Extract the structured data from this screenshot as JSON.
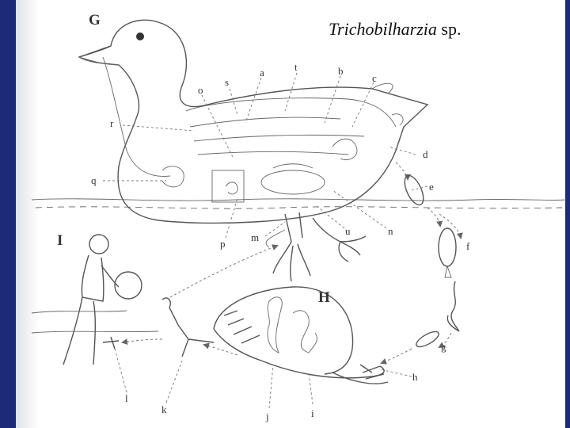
{
  "title": {
    "genus": "Trichobilharzia",
    "suffix": " sp."
  },
  "panels": {
    "bird": "G",
    "snail": "H",
    "human": "I"
  },
  "labels": {
    "a": "a",
    "b": "b",
    "c": "c",
    "d": "d",
    "e": "e",
    "f": "f",
    "g": "g",
    "h": "h",
    "i": "i",
    "j": "j",
    "k": "k",
    "l": "l",
    "m": "m",
    "n": "n",
    "o": "o",
    "p": "p",
    "q": "q",
    "r": "r",
    "s": "s",
    "t": "t",
    "u": "u"
  },
  "colors": {
    "frame": "#1c2a78",
    "ink": "#555555"
  }
}
